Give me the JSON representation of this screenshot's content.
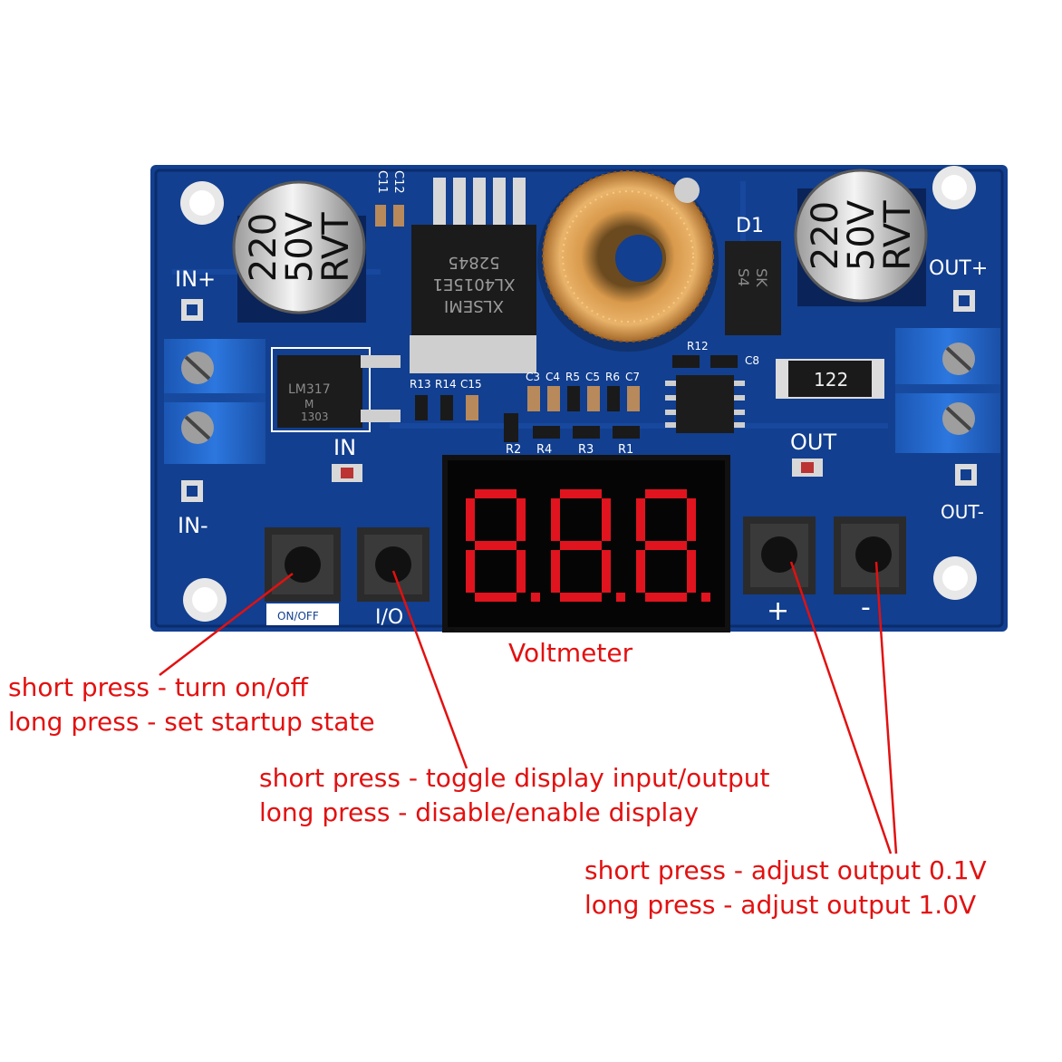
{
  "colors": {
    "pcb": "#123f8f",
    "pcb_dark": "#0c2a66",
    "terminal": "#1e63c8",
    "annotation": "#e31010",
    "silkscreen": "#ffffff",
    "display_segment": "#e0141e",
    "copper": "#c7853a"
  },
  "board": {
    "labels": {
      "in_plus": "IN+",
      "in_minus": "IN-",
      "out_plus": "OUT+",
      "out_minus": "OUT-",
      "in_led": "IN",
      "out_led": "OUT",
      "on_off": "ON/OFF",
      "io": "I/O",
      "plus": "+",
      "minus": "-",
      "d1": "D1",
      "c11": "C11",
      "c12": "C12",
      "r12": "R12",
      "c8": "C8",
      "resistor_122": "122",
      "r13": "R13",
      "r14": "R14",
      "c15": "C15",
      "c3": "C3",
      "c4": "C4",
      "r5": "R5",
      "c5": "C5",
      "r6": "R6",
      "c7": "C7",
      "r2": "R2",
      "r4": "R4",
      "r3": "R3",
      "r1": "R1"
    },
    "capacitor_left": {
      "line1": "220",
      "line2": "50V",
      "line3": "RVT"
    },
    "capacitor_right": {
      "line1": "220",
      "line2": "50V",
      "line3": "RVT"
    },
    "main_ic": {
      "line1": "XLSEMI",
      "line2": "XL4015E1",
      "line3": "52845"
    },
    "regulator": {
      "line1": "LM317",
      "line2": "M",
      "line3": "1303"
    },
    "diode": {
      "line1": "SK",
      "line2": "S4"
    },
    "display_digits": "8.8.8."
  },
  "annotations": {
    "voltmeter": "Voltmeter",
    "onoff_button": {
      "line1": "short press - turn on/off",
      "line2": "long press - set startup state"
    },
    "io_button": {
      "line1": "short press - toggle display input/output",
      "line2": "long press - disable/enable display"
    },
    "adjust_buttons": {
      "line1": "short press - adjust output 0.1V",
      "line2": "long press - adjust output 1.0V"
    }
  }
}
